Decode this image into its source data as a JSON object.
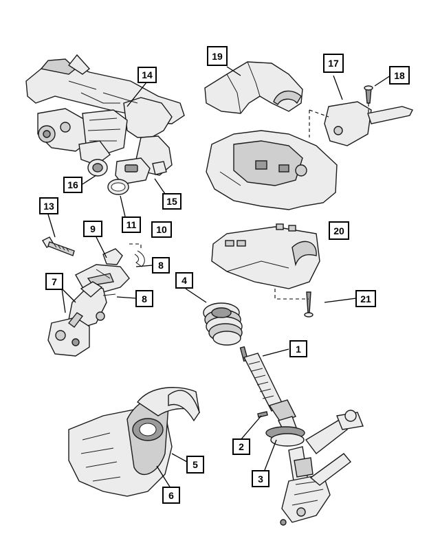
{
  "diagram": {
    "callouts": [
      {
        "id": "c1",
        "label": "1"
      },
      {
        "id": "c2",
        "label": "2"
      },
      {
        "id": "c3",
        "label": "3"
      },
      {
        "id": "c4",
        "label": "4"
      },
      {
        "id": "c5",
        "label": "5"
      },
      {
        "id": "c6",
        "label": "6"
      },
      {
        "id": "c7",
        "label": "7"
      },
      {
        "id": "c8a",
        "label": "8"
      },
      {
        "id": "c8b",
        "label": "8"
      },
      {
        "id": "c9",
        "label": "9"
      },
      {
        "id": "c10",
        "label": "10"
      },
      {
        "id": "c11",
        "label": "11"
      },
      {
        "id": "c13",
        "label": "13"
      },
      {
        "id": "c14",
        "label": "14"
      },
      {
        "id": "c15",
        "label": "15"
      },
      {
        "id": "c16",
        "label": "16"
      },
      {
        "id": "c17",
        "label": "17"
      },
      {
        "id": "c18",
        "label": "18"
      },
      {
        "id": "c19",
        "label": "19"
      },
      {
        "id": "c20",
        "label": "20"
      },
      {
        "id": "c21",
        "label": "21"
      }
    ]
  }
}
